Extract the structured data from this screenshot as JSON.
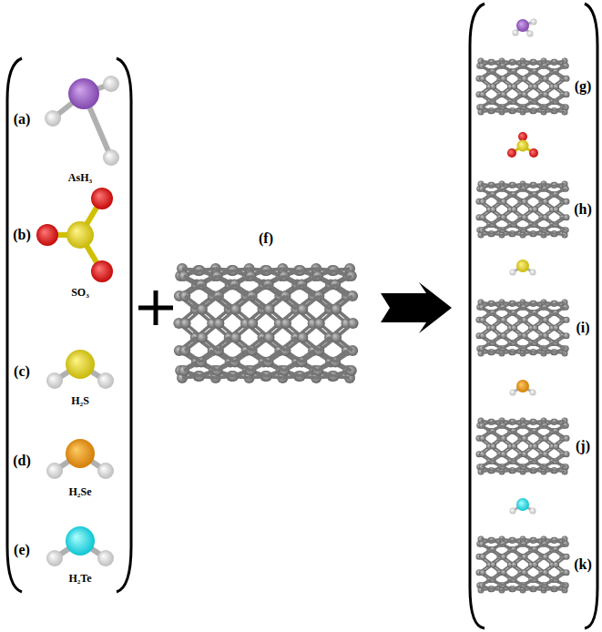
{
  "diagram": {
    "labels": [
      "(a)",
      "AsH₃",
      "(b)",
      "SO₃",
      "(c)",
      "H₂S",
      "(d)",
      "H₂Se",
      "(e)",
      "H₂Te",
      "(f)",
      "(g)",
      "(h)",
      "(i)",
      "(j)",
      "(k)"
    ]
  }
}
